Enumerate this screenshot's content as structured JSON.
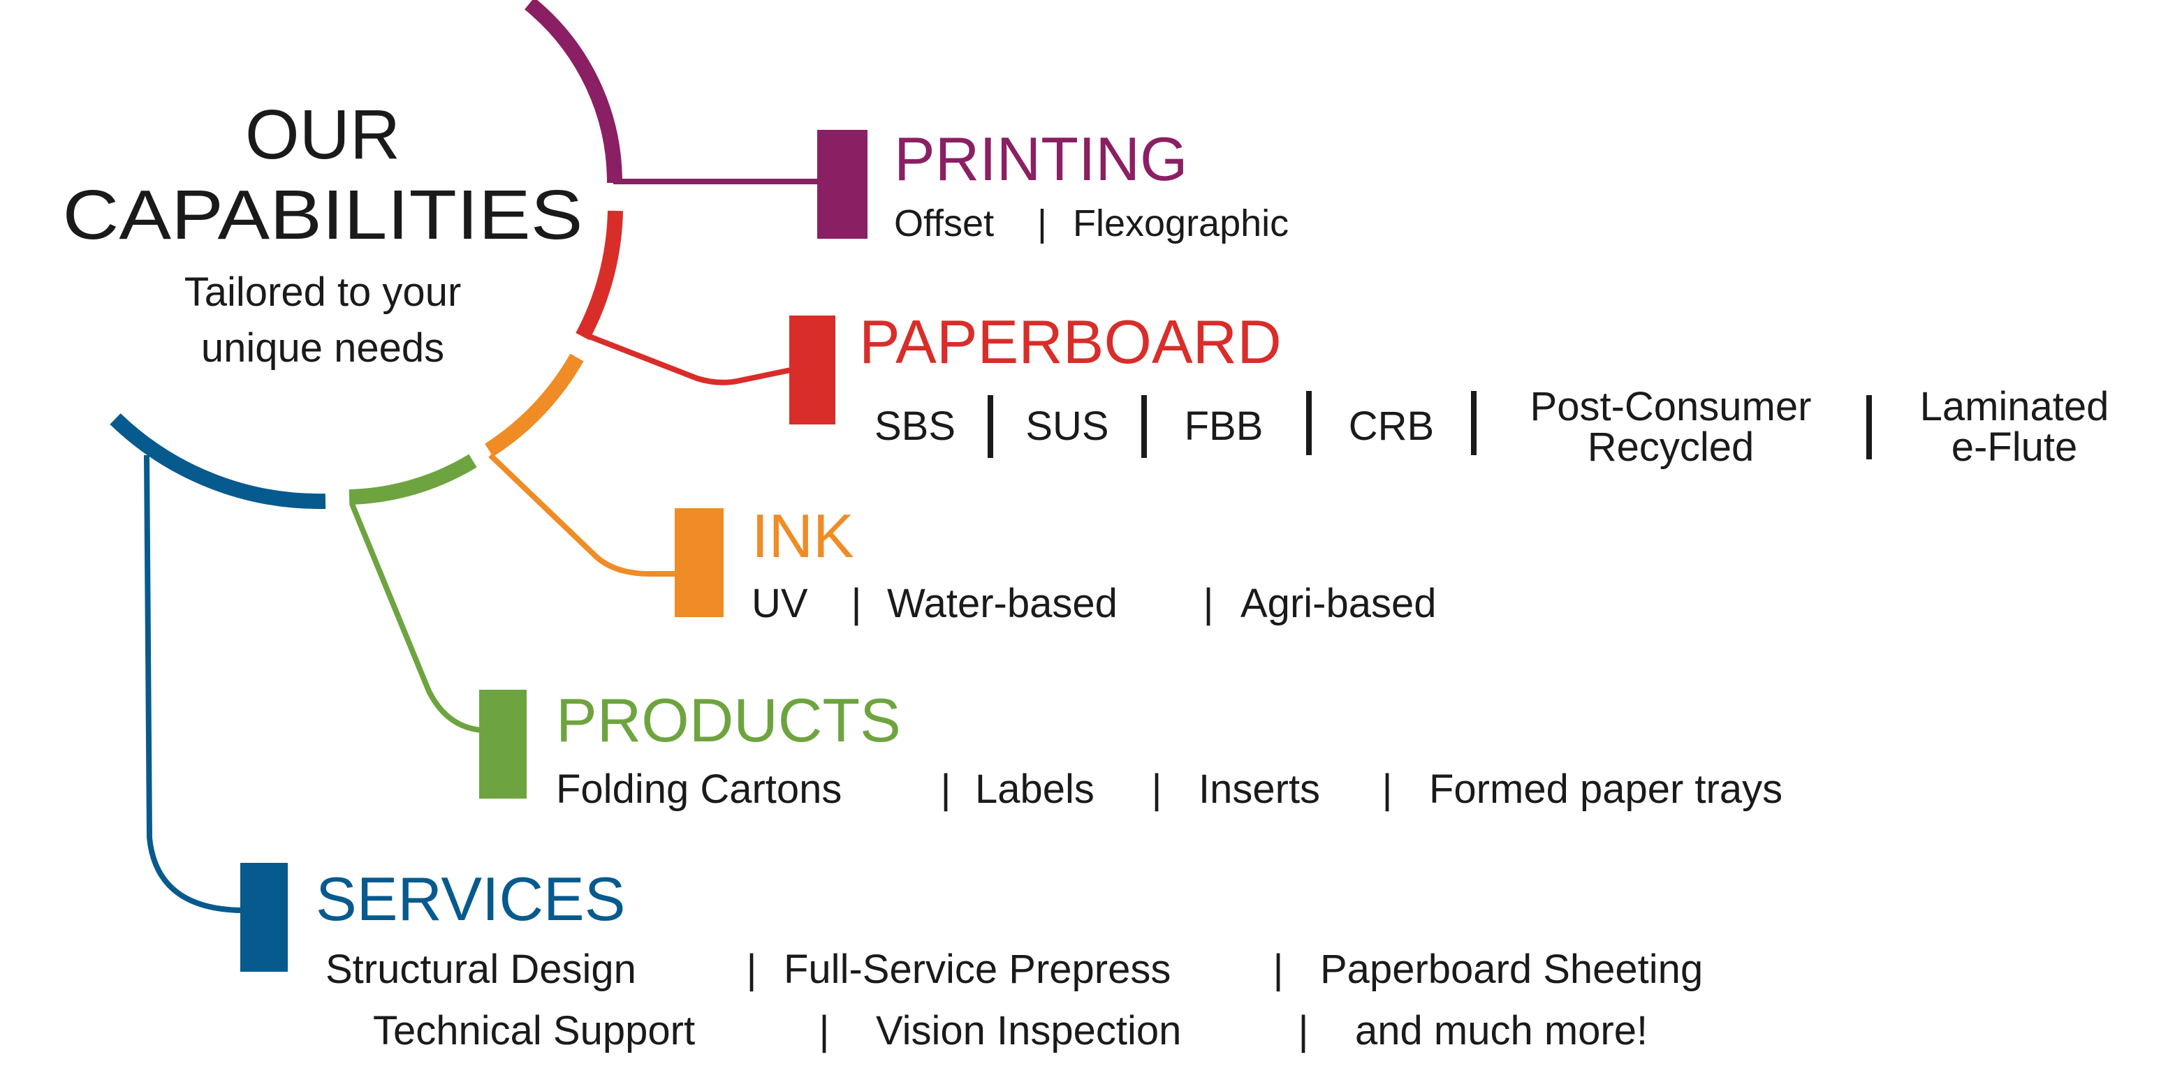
{
  "heading": {
    "title_line1": "OUR",
    "title_line2": "CAPABILITIES",
    "subtitle_line1": "Tailored to your",
    "subtitle_line2": "unique needs"
  },
  "colors": {
    "printing": "#8b1f63",
    "paperboard": "#d92d2a",
    "ink": "#ef8c25",
    "products": "#6ea43f",
    "services": "#075a8e",
    "text": "#1a1a1a"
  },
  "printing": {
    "title": "PRINTING",
    "items": [
      "Offset",
      "Flexographic"
    ]
  },
  "paperboard": {
    "title": "PAPERBOARD",
    "items": [
      "SBS",
      "SUS",
      "FBB",
      "CRB",
      "Post-Consumer",
      "Recycled",
      "Laminated",
      "e-Flute"
    ]
  },
  "ink": {
    "title": "INK",
    "items": [
      "UV",
      "Water-based",
      "Agri-based"
    ]
  },
  "products": {
    "title": "PRODUCTS",
    "items": [
      "Folding Cartons",
      "Labels",
      "Inserts",
      "Formed paper trays"
    ]
  },
  "services": {
    "title": "SERVICES",
    "items": [
      "Structural Design",
      "Full-Service Prepress",
      "Paperboard Sheeting",
      "Technical Support",
      "Vision Inspection",
      "and much more!"
    ]
  },
  "separator": "|"
}
